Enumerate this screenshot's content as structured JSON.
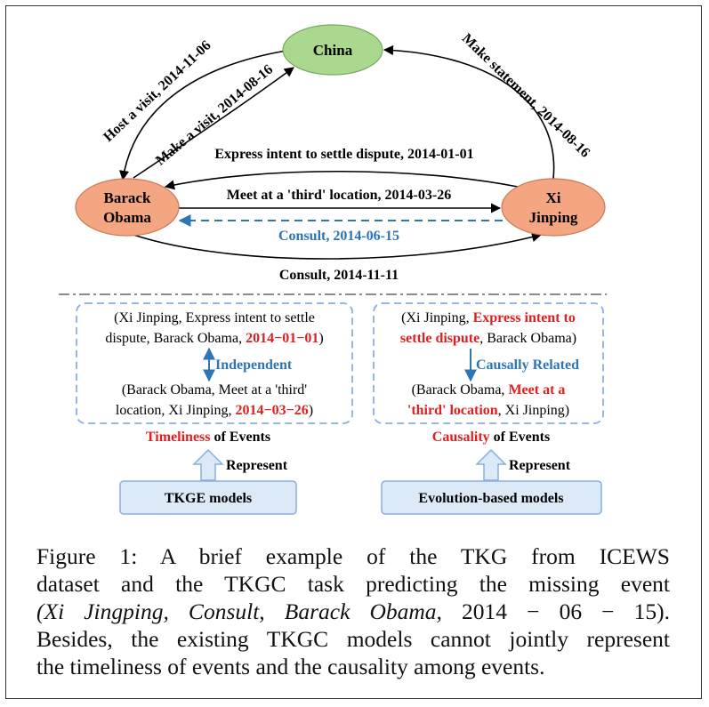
{
  "nodes": {
    "china": "China",
    "obama_line1": "Barack",
    "obama_line2": "Obama",
    "xi_line1": "Xi",
    "xi_line2": "Jinping"
  },
  "edges": {
    "host_visit": "Host a visit, 2014-11-06",
    "make_visit": "Make a visit, 2014-08-16",
    "make_statement": "Make statement, 2014-08-16",
    "express_intent": "Express intent to settle dispute, 2014-01-01",
    "meet_third": "Meet at a 'third' location, 2014-03-26",
    "consult_missing": "Consult, 2014-06-15",
    "consult_1111": "Consult, 2014-11-11"
  },
  "left_panel": {
    "fact1": {
      "part1": "(Xi Jinping, Express intent to settle",
      "part2": "dispute, Barack Obama, ",
      "date": "2014−01−01",
      "part3": ")"
    },
    "relation": "Independent",
    "fact2": {
      "part1": "(Barack Obama, Meet at a 'third'",
      "part2": "location, Xi Jinping, ",
      "date": "2014−03−26",
      "part3": ")"
    },
    "property_highlight": "Timeliness",
    "property_rest": " of Events",
    "represent": "Represent",
    "model": "TKGE models"
  },
  "right_panel": {
    "fact1": {
      "part1": "(Xi Jinping, ",
      "highlight1": "Express intent to",
      "highlight2": "settle dispute",
      "part2": ", Barack Obama)"
    },
    "relation": "Causally Related",
    "fact2": {
      "part1": "(Barack Obama, ",
      "highlight1": "Meet at a",
      "highlight2": "'third' location",
      "part2": ", Xi Jinping)"
    },
    "property_highlight": "Causality",
    "property_rest": " of Events",
    "represent": "Represent",
    "model": "Evolution-based models"
  },
  "caption": {
    "line1": "Figure 1:  A brief example of the TKG from ICEWS",
    "line2": "dataset and the TKGC task predicting the missing event",
    "line3_italic": "(Xi Jingping, Consult, Barack Obama, ",
    "line3_date": "2014 − 06 − 15).",
    "line4": "Besides, the existing TKGC models cannot jointly represent",
    "line5": "the timeliness of events and the causality among events."
  },
  "colors": {
    "node_china": "#a9d88e",
    "node_person": "#f4a582",
    "accent_red": "#e02020",
    "accent_blue": "#2e75b6",
    "model_box": "#dce9f7"
  }
}
